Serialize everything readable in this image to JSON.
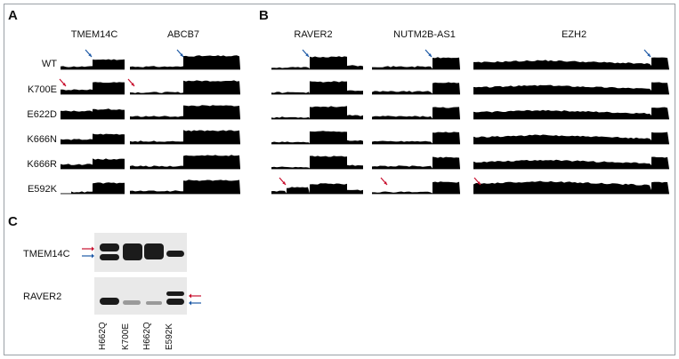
{
  "panels": {
    "A": {
      "letter": "A",
      "genes": [
        "TMEM14C",
        "ABCB7"
      ]
    },
    "B": {
      "letter": "B",
      "genes": [
        "RAVER2",
        "NUTM2B-AS1",
        "EZH2"
      ]
    },
    "C": {
      "letter": "C",
      "blot_rows": [
        "TMEM14C",
        "RAVER2"
      ],
      "lanes": [
        "H662Q",
        "K700E",
        "H662Q",
        "E592K"
      ]
    }
  },
  "samples": [
    "WT",
    "K700E",
    "E622D",
    "K666N",
    "K666R",
    "E592K"
  ],
  "colors": {
    "blue_arrow": "#1f5aa6",
    "red_arrow": "#c8102e",
    "track": "#000000"
  }
}
